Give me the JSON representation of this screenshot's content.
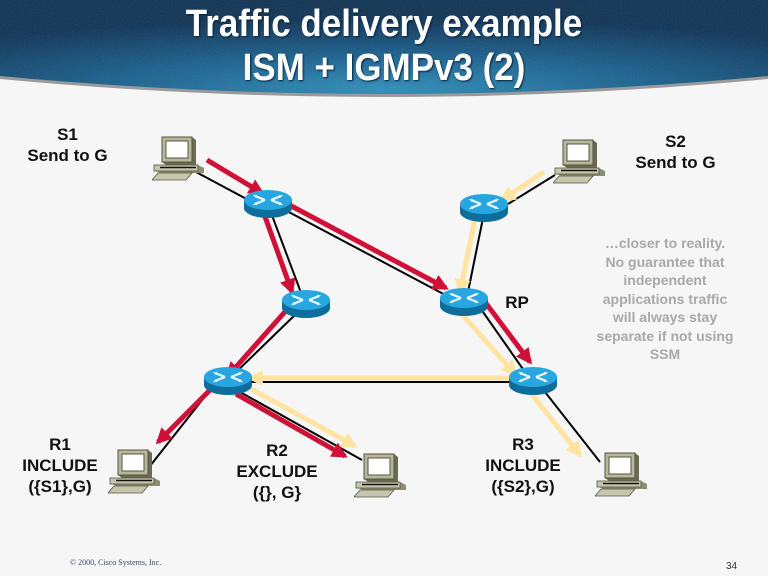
{
  "slide": {
    "title_line1": "Traffic delivery example",
    "title_line2": "ISM + IGMPv3 (2)",
    "colors": {
      "header_blue": "#0e4c78",
      "s1_traffic": "#d01036",
      "s2_traffic": "#ffe3a0",
      "link": "#000000",
      "router": "#1a9ad6",
      "note_text": "#a8a8a8"
    }
  },
  "labels": {
    "s1": {
      "name": "S1",
      "action": "Send to G"
    },
    "s2": {
      "name": "S2",
      "action": "Send to G"
    },
    "rp": "RP",
    "r1": {
      "name": "R1",
      "mode": "INCLUDE",
      "filter": "({S1},G)"
    },
    "r2": {
      "name": "R2",
      "mode": "EXCLUDE",
      "filter": "({}, G}"
    },
    "r3": {
      "name": "R3",
      "mode": "INCLUDE",
      "filter": "({S2},G)"
    }
  },
  "note": {
    "lines": [
      "…closer to reality.",
      "No guarantee that",
      "independent",
      "applications traffic",
      "will always stay",
      "separate if not using",
      "SSM"
    ]
  },
  "footer": {
    "copyright": "© 2000, Cisco Systems, Inc.",
    "page_number": "34"
  },
  "diagram": {
    "nodes": [
      {
        "id": "host-s1",
        "type": "host",
        "label": "S1"
      },
      {
        "id": "host-s2",
        "type": "host",
        "label": "S2"
      },
      {
        "id": "router-a",
        "type": "router"
      },
      {
        "id": "router-b",
        "type": "router"
      },
      {
        "id": "router-c",
        "type": "router"
      },
      {
        "id": "router-rp",
        "type": "router",
        "label": "RP"
      },
      {
        "id": "router-d",
        "type": "router"
      },
      {
        "id": "router-e",
        "type": "router"
      },
      {
        "id": "host-r1",
        "type": "host",
        "label": "R1"
      },
      {
        "id": "host-r2",
        "type": "host",
        "label": "R2"
      },
      {
        "id": "host-r3",
        "type": "host",
        "label": "R3"
      }
    ],
    "links": [
      [
        "host-s1",
        "router-a"
      ],
      [
        "router-a",
        "router-c"
      ],
      [
        "router-a",
        "router-rp"
      ],
      [
        "host-s2",
        "router-b"
      ],
      [
        "router-b",
        "router-rp"
      ],
      [
        "router-c",
        "router-d"
      ],
      [
        "router-rp",
        "router-e"
      ],
      [
        "router-d",
        "router-e"
      ],
      [
        "router-d",
        "host-r1"
      ],
      [
        "router-d",
        "host-r2"
      ],
      [
        "router-e",
        "host-r3"
      ]
    ],
    "flows": [
      {
        "source": "S1",
        "path": [
          "host-s1",
          "router-a",
          "router-c",
          "router-d",
          "host-r1"
        ]
      },
      {
        "source": "S1",
        "path": [
          "router-a",
          "router-rp",
          "router-e"
        ]
      },
      {
        "source": "S1",
        "path": [
          "router-d",
          "host-r2"
        ]
      },
      {
        "source": "S2",
        "path": [
          "host-s2",
          "router-b",
          "router-rp",
          "router-e",
          "router-d",
          "host-r2"
        ]
      },
      {
        "source": "S2",
        "path": [
          "router-e",
          "host-r3"
        ]
      }
    ]
  }
}
